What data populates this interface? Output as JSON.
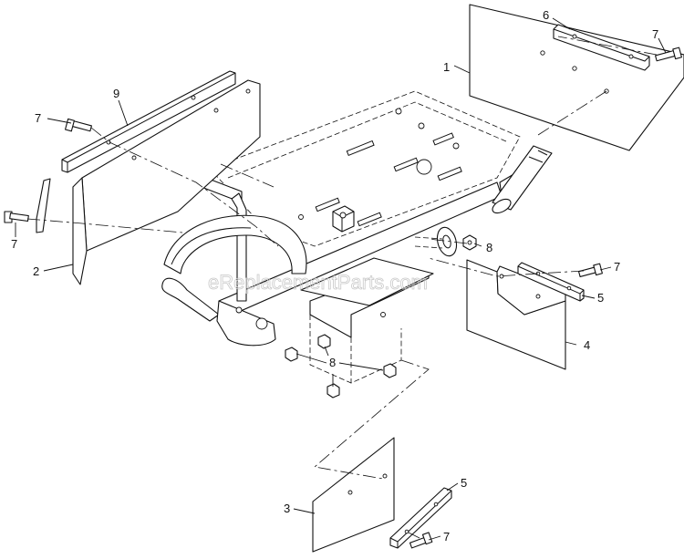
{
  "watermark": "eReplacementParts.com",
  "callouts": {
    "c1": "1",
    "c2": "2",
    "c3": "3",
    "c4": "4",
    "c5a": "5",
    "c5b": "5",
    "c6": "6",
    "c7a": "7",
    "c7b": "7",
    "c7c": "7",
    "c7d": "7",
    "c7e": "7",
    "c8a": "8",
    "c8b": "8",
    "c9": "9"
  }
}
